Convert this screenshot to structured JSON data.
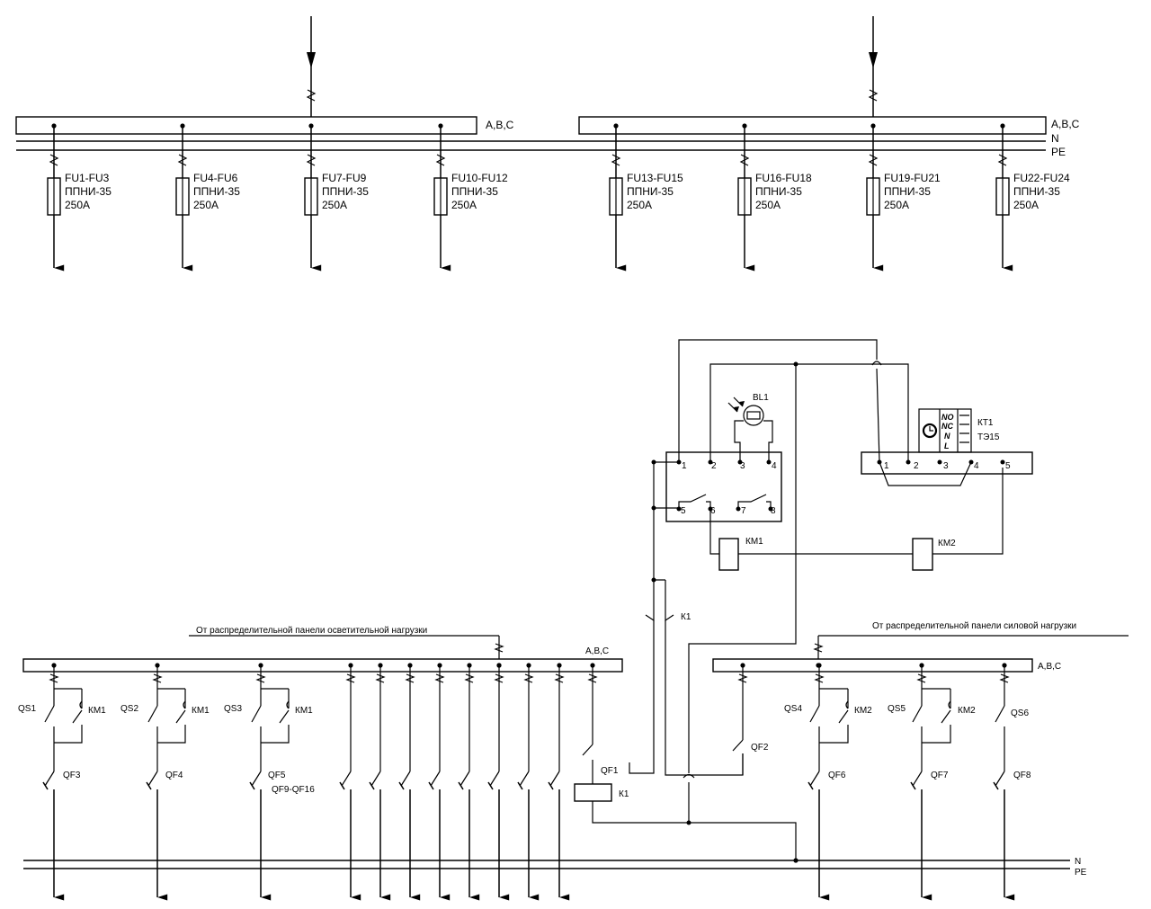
{
  "top": {
    "left_bus_label": "A,B,C",
    "right_bus_labels": [
      "A,B,C",
      "N",
      "PE"
    ],
    "feeders": [
      {
        "lines": [
          "FU1-FU3",
          "ППНИ-35",
          "250А"
        ]
      },
      {
        "lines": [
          "FU4-FU6",
          "ППНИ-35",
          "250А"
        ]
      },
      {
        "lines": [
          "FU7-FU9",
          "ППНИ-35",
          "250А"
        ]
      },
      {
        "lines": [
          "FU10-FU12",
          "ППНИ-35",
          "250А"
        ]
      },
      {
        "lines": [
          "FU13-FU15",
          "ППНИ-35",
          "250А"
        ]
      },
      {
        "lines": [
          "FU16-FU18",
          "ППНИ-35",
          "250А"
        ]
      },
      {
        "lines": [
          "FU19-FU21",
          "ППНИ-35",
          "250А"
        ]
      },
      {
        "lines": [
          "FU22-FU24",
          "ППНИ-35",
          "250А"
        ]
      }
    ]
  },
  "control": {
    "bl1": "BL1",
    "kt1_name": "КТ1",
    "kt1_type": "ТЭ15",
    "kt1_face": [
      "NO",
      "NC",
      "N",
      "L"
    ],
    "relay_terminals": [
      "1",
      "2",
      "3",
      "4",
      "5",
      "6",
      "7",
      "8"
    ],
    "timer_terminals": [
      "1",
      "2",
      "3",
      "4",
      "5"
    ],
    "km1_coil": "КМ1",
    "km2_coil": "КМ2",
    "k1_contact": "К1"
  },
  "bottom": {
    "left_source": "От распределительной панели осветительной нагрузки",
    "right_source": "От распределительной панели силовой нагрузки",
    "left_bus_label": "A,B,C",
    "right_bus_label": "A,B,C",
    "n_label": "N",
    "pe_label": "PE",
    "qs1": "QS1",
    "qs2": "QS2",
    "qs3": "QS3",
    "qs4": "QS4",
    "qs5": "QS5",
    "qs6": "QS6",
    "km1_a": "КМ1",
    "km1_b": "КМ1",
    "km1_c": "КМ1",
    "km2_a": "КМ2",
    "km2_b": "КМ2",
    "qf3": "QF3",
    "qf4": "QF4",
    "qf5": "QF5",
    "qf_group": "QF9-QF16",
    "qf1": "QF1",
    "qf2": "QF2",
    "qf6": "QF6",
    "qf7": "QF7",
    "qf8": "QF8",
    "k1_coil": "К1"
  }
}
